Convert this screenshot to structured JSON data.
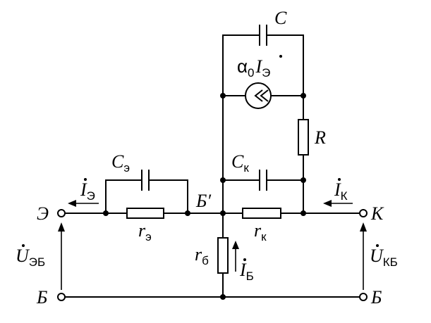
{
  "labels": {
    "C_main": "C",
    "current_source": {
      "alpha": "α",
      "alpha_sub": "0",
      "I": "I",
      "I_sub": "Э"
    },
    "R": "R",
    "C_k": {
      "base": "C",
      "sub": "к"
    },
    "C_e": {
      "base": "C",
      "sub": "э"
    },
    "r_e": {
      "base": "r",
      "sub": "э"
    },
    "r_k": {
      "base": "r",
      "sub": "к"
    },
    "r_b": {
      "base": "r",
      "sub": "б"
    },
    "B_prime": "Б′",
    "I_e": {
      "base": "I",
      "sub": "Э"
    },
    "I_k": {
      "base": "I",
      "sub": "К"
    },
    "I_b": {
      "base": "I",
      "sub": "Б"
    },
    "U_eb": {
      "base": "U",
      "sub": "ЭБ"
    },
    "U_kb": {
      "base": "U",
      "sub": "КБ"
    },
    "terminal_E": "Э",
    "terminal_K": "К",
    "terminal_B_left": "Б",
    "terminal_B_right": "Б"
  }
}
